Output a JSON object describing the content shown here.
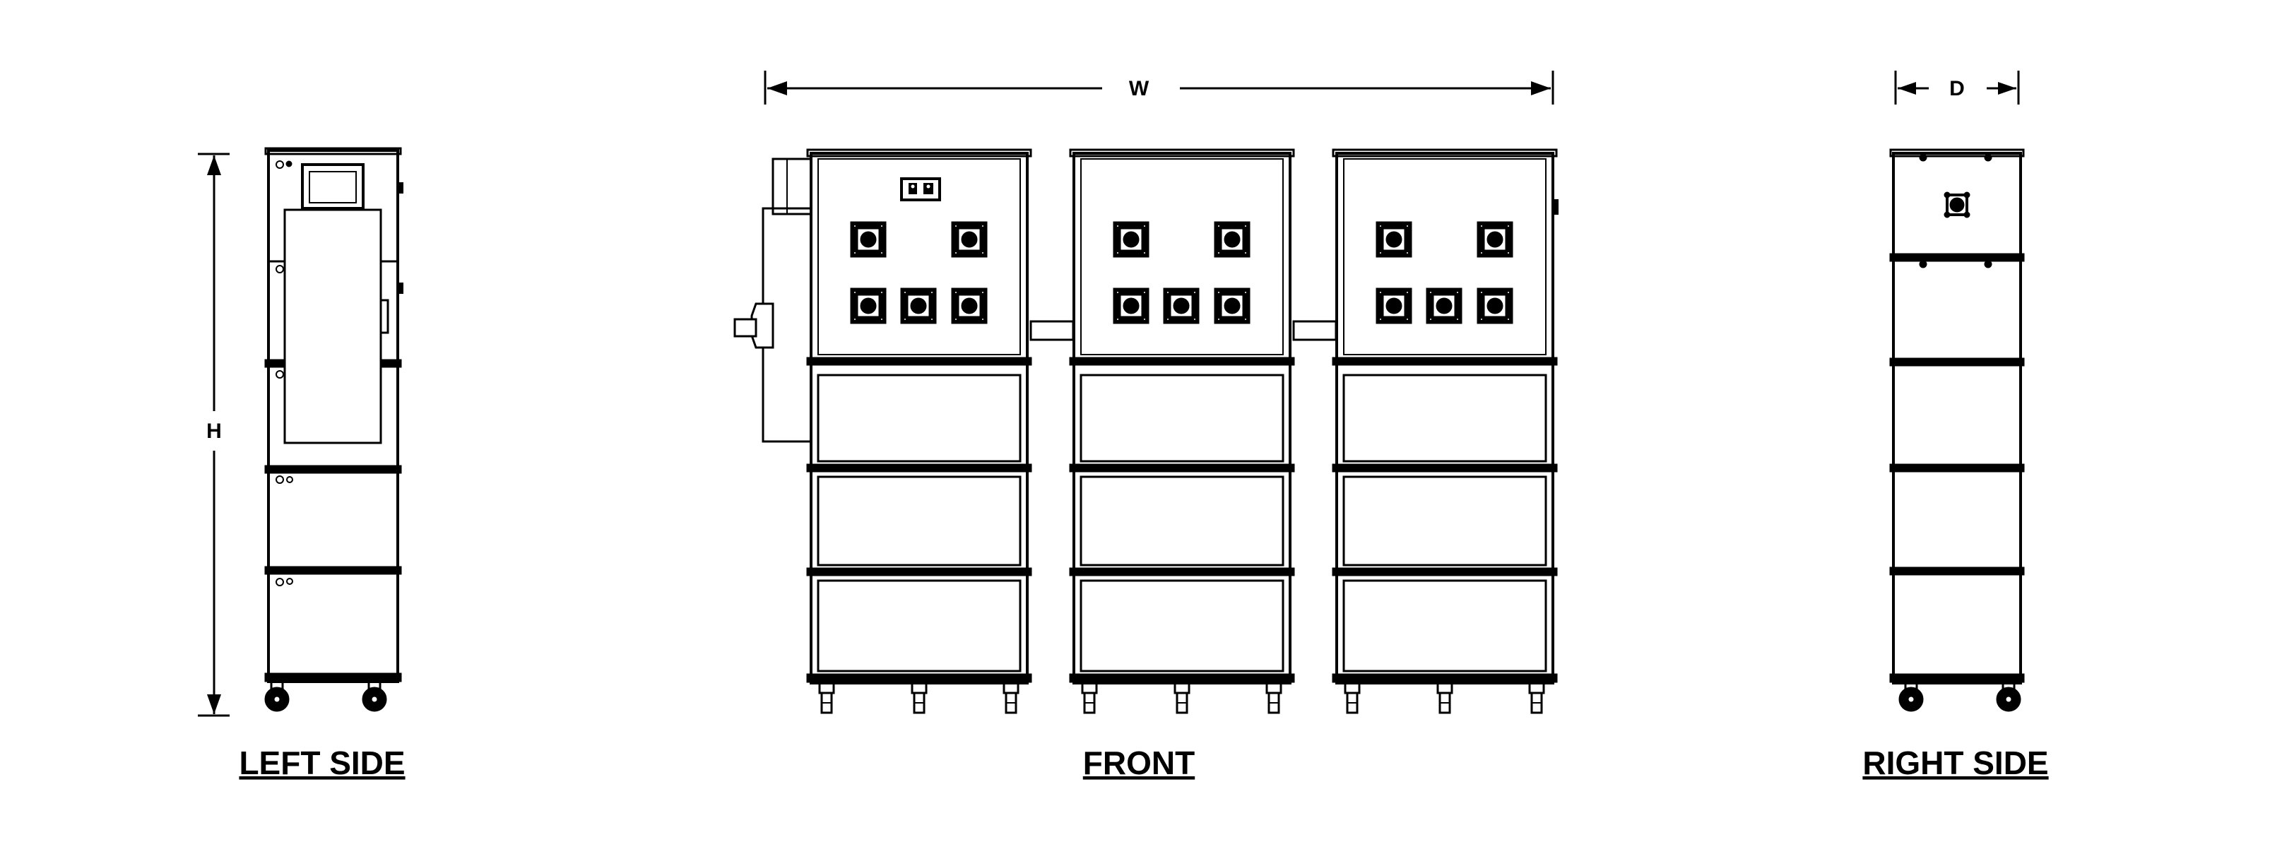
{
  "dimensions": {
    "width_label": "W",
    "height_label": "H",
    "depth_label": "D"
  },
  "views": {
    "left": {
      "title": "LEFT SIDE"
    },
    "front": {
      "title": "FRONT"
    },
    "right": {
      "title": "RIGHT SIDE"
    }
  },
  "colors": {
    "line": "#000000",
    "background": "#ffffff",
    "port_hole": "#ffffff"
  },
  "front": {
    "cabinet_count": 3,
    "sections_per_cabinet": 4,
    "ports_per_cabinet": 5
  },
  "icons": [
    "outlet-icon",
    "port-icon",
    "caster-icon",
    "dimension-arrow-icon"
  ]
}
